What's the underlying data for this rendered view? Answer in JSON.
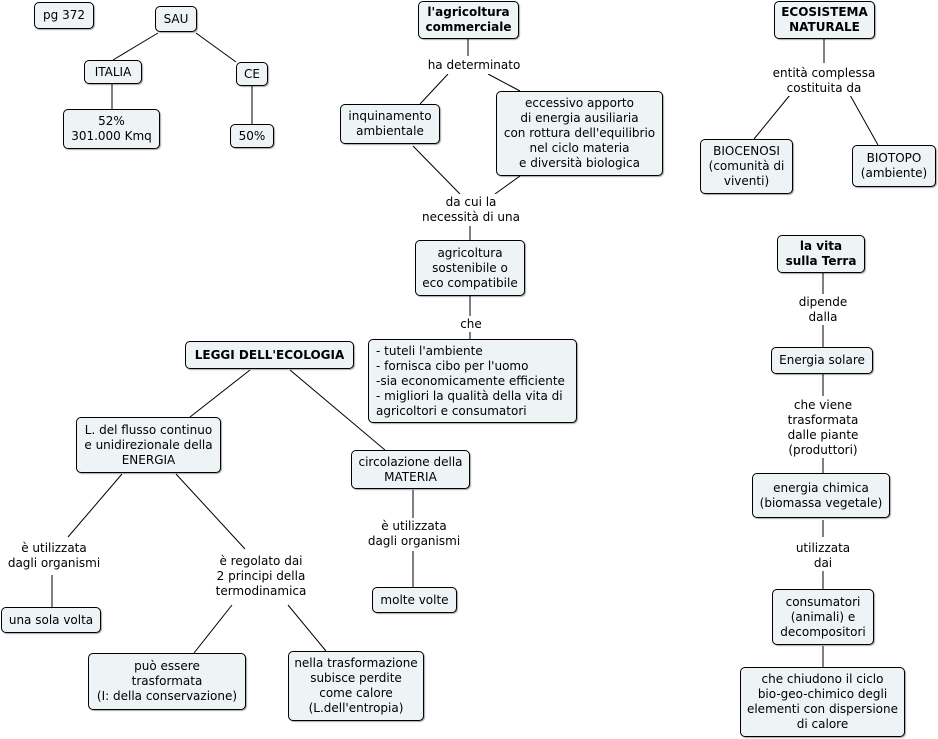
{
  "nodes": {
    "pg": "pg 372",
    "sau": "SAU",
    "italia": "ITALIA",
    "ce": "CE",
    "italia_val": "52%\n301.000 Kmq",
    "ce_val": "50%",
    "agri_comm": "l'agricoltura\ncommerciale",
    "inquinamento": "inquinamento\nambientale",
    "eccessivo": "eccessivo apporto\ndi energia ausiliaria\ncon rottura dell'equilibrio\nnel ciclo materia\ne diversità biologica",
    "agri_sost": "agricoltura\nsostenibile o\neco compatibile",
    "tuteli": "- tuteli l'ambiente\n- fornisca cibo per l'uomo\n-sia economicamente efficiente\n- migliori la qualità della vita di\nagricoltori e consumatori",
    "ecosistema": "ECOSISTEMA\nNATURALE",
    "biocenosi": "BIOCENOSI\n(comunità di\nviventi)",
    "biotopo": "BIOTOPO\n(ambiente)",
    "vita": "la vita\nsulla Terra",
    "energia_solare": "Energia solare",
    "energia_chimica": "energia chimica\n(biomassa vegetale)",
    "consumatori": "consumatori\n(animali) e\ndecompositori",
    "chiudono": "che chiudono il ciclo\nbio-geo-chimico degli\nelementi con dispersione\ndi calore",
    "leggi": "LEGGI DELL'ECOLOGIA",
    "flusso": "L. del flusso continuo\ne unidirezionale della\nENERGIA",
    "circolazione": "circolazione della\nMATERIA",
    "una_volta": "una sola volta",
    "conservazione": "può essere\ntrasformata\n(I: della conservazione)",
    "entropia": "nella trasformazione\nsubisce perdite\ncome calore\n(L.dell'entropia)",
    "molte_volte": "molte volte"
  },
  "labels": {
    "ha_determinato": "ha determinato",
    "da_cui": "da cui la\nnecessità di una",
    "che": "che",
    "entita": "entità complessa\ncostituita da",
    "dipende": "dipende\ndalla",
    "che_viene": "che viene\ntrasformata\ndalle piante\n(produttori)",
    "utilizzata_dai": "utilizzata\ndai",
    "utilizzata_org1": "è utilizzata\ndagli organismi",
    "regolato": "è regolato dai\n2 principi della\ntermodinamica",
    "utilizzata_org2": "è utilizzata\ndagli organismi"
  }
}
